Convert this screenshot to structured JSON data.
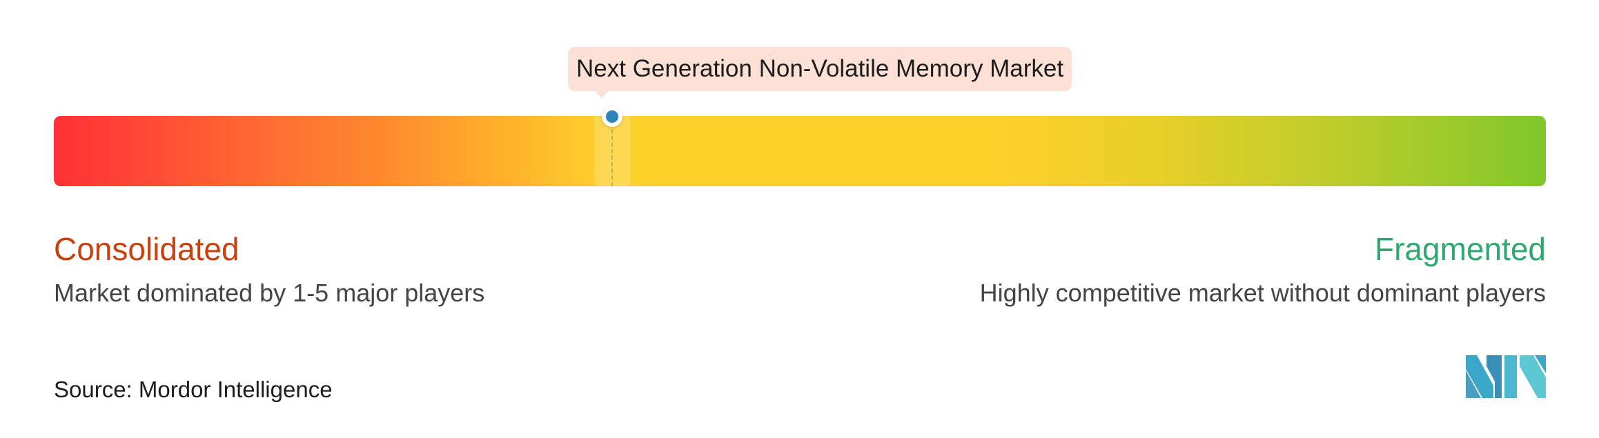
{
  "gauge": {
    "marker_position_fraction": 0.374,
    "marker_label": "Next Generation Non-Volatile Memory Market"
  },
  "left": {
    "title": "Consolidated",
    "description": "Market dominated by 1-5 major players",
    "color": "#c8400c"
  },
  "right": {
    "title": "Fragmented",
    "description": "Highly competitive market without dominant players",
    "color": "#2ea86e"
  },
  "source": "Source: Mordor Intelligence",
  "logo": {
    "icon": "mordor-intelligence-logo-icon"
  },
  "colors": {
    "gradient_start": "#ff2f36",
    "gradient_mid": "#fdd02a",
    "gradient_end": "#7ec72a",
    "marker": "#2f85b8",
    "tooltip_bg": "#fde0d6"
  }
}
